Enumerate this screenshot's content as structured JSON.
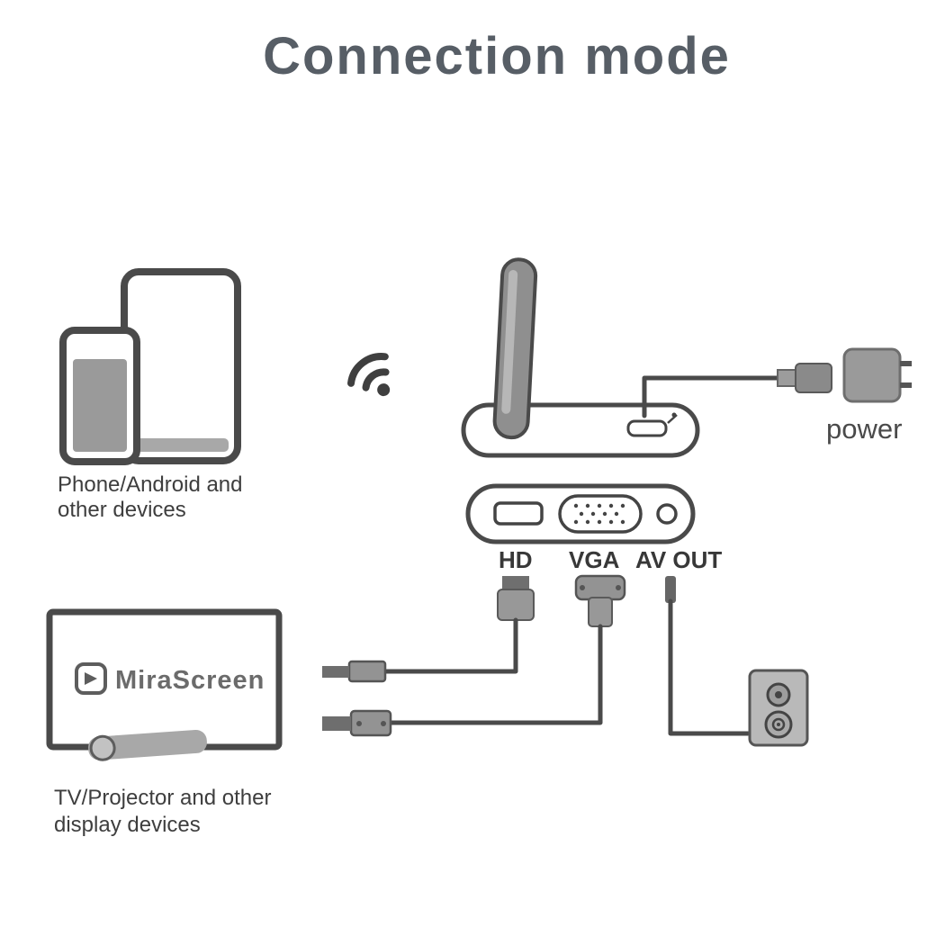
{
  "title": "Connection mode",
  "source_device": {
    "label_line1": "Phone/Android and",
    "label_line2": "other devices"
  },
  "adapter": {
    "power_label": "power",
    "ports": {
      "hd": "HD",
      "vga": "VGA",
      "av": "AV OUT"
    }
  },
  "display_device": {
    "brand": "MiraScreen",
    "label_line1": "TV/Projector and other",
    "label_line2": "display devices"
  },
  "icons": {
    "wireless": "wifi-icon",
    "antenna": "antenna-icon",
    "power_plug": "usb-power-plug-icon",
    "audio": "speaker-icon"
  },
  "colors": {
    "outline": "#4a4a4a",
    "text": "#3e3e3e",
    "title_text": "#575e66",
    "gray_fill": "#9a9a9a",
    "background": "#ffffff"
  }
}
